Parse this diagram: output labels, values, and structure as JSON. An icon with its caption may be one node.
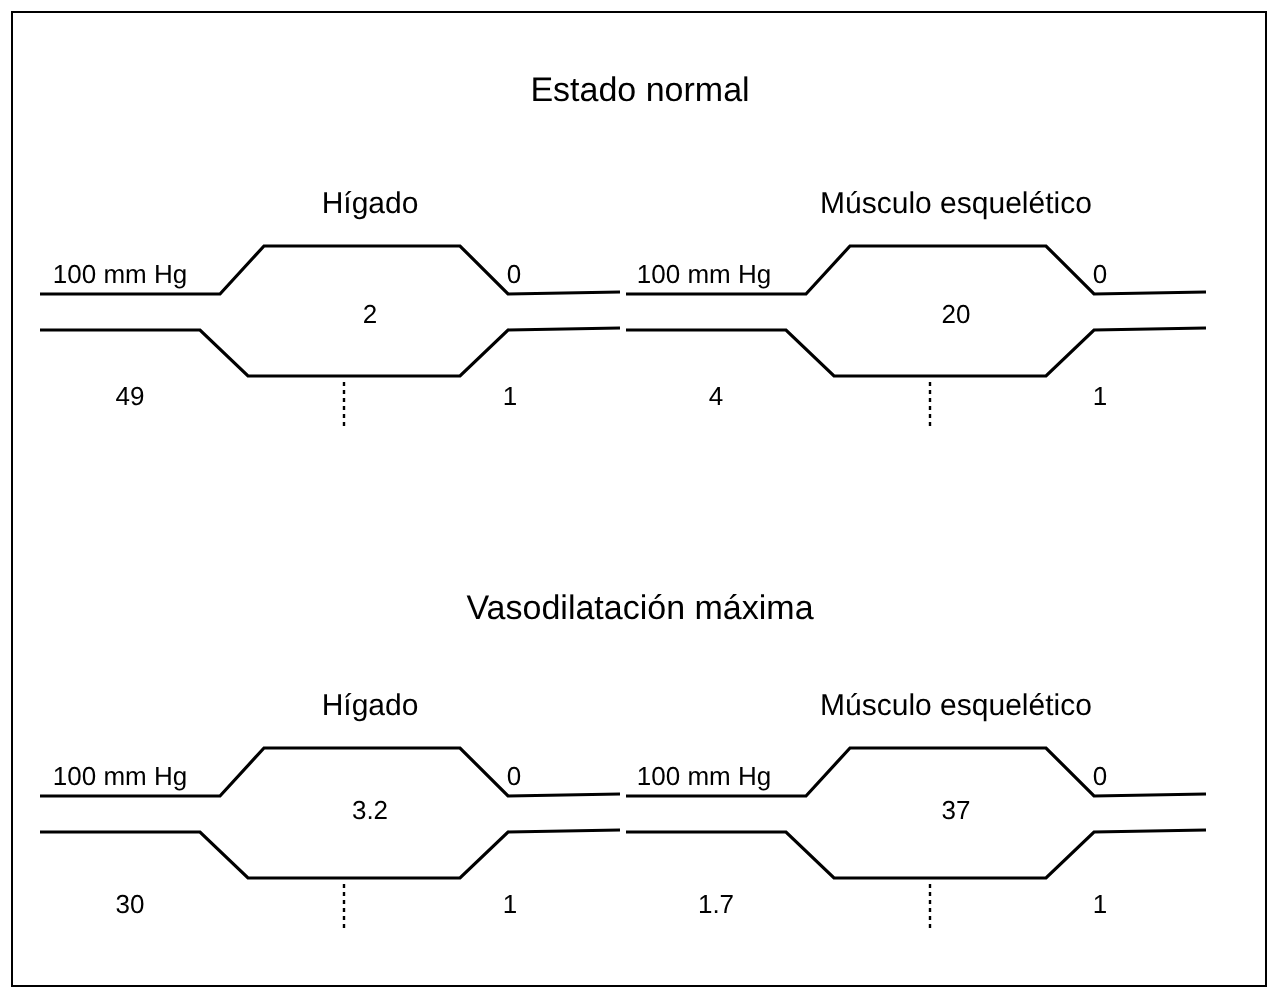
{
  "diagram": {
    "labels": [
      "Estado normal",
      "Hígado",
      "Músculo esquelético",
      "100 mm Hg",
      "0",
      "100 mm Hg",
      "0",
      "2",
      "20",
      "49",
      "1",
      "4",
      "1",
      "Vasodilatación máxima",
      "Hígado",
      "Músculo esquelético",
      "100 mm Hg",
      "0",
      "100 mm Hg",
      "0",
      "3.2",
      "37",
      "30",
      "1",
      "1.7",
      "1"
    ]
  }
}
